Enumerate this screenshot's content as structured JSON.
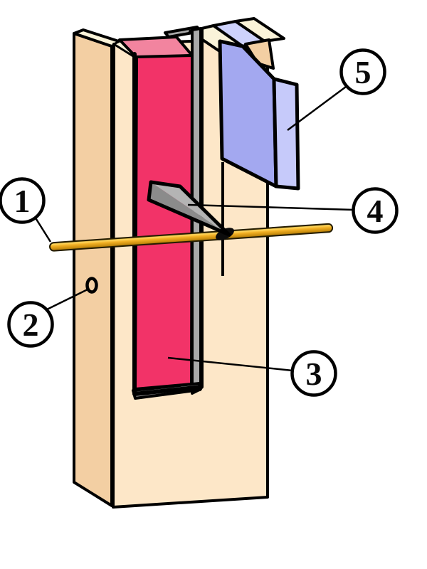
{
  "figure": {
    "description": "exploded-view diagram of a wooden block instrument with numbered parts",
    "callouts": [
      {
        "label": "1"
      },
      {
        "label": "2"
      },
      {
        "label": "3"
      },
      {
        "label": "4"
      },
      {
        "label": "5"
      }
    ],
    "colors": {
      "background": "#ffffff",
      "outline": "#000000",
      "wood_front": "#fde7c8",
      "wood_side": "#f3cfa3",
      "wood_top": "#faf3d9",
      "pink_front": "#f23368",
      "pink_top": "#f2849f",
      "gray_plate": "#a9a9a9",
      "pointer_light": "#b4b4b4",
      "pointer_dark": "#8b8b8b",
      "blue_front": "#a3a8f0",
      "blue_edge": "#c6cafa",
      "blue_top": "#ced2fc",
      "rod_highlight": "#ffd75e",
      "rod_mid": "#f2b024",
      "rod_dark": "#6b5300",
      "callout_fill": "#ffffff"
    }
  }
}
